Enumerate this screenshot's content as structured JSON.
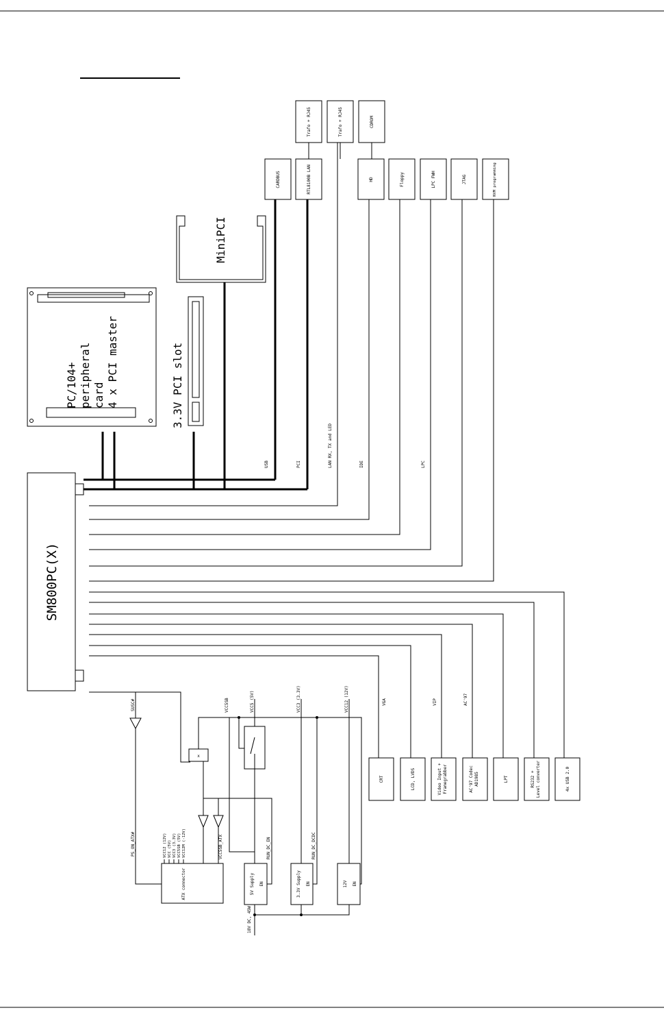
{
  "board": {
    "name": "SM800PC(X)"
  },
  "pc104": {
    "lines": [
      "PC/104+",
      "peripheral",
      "card",
      "4 x PCI master"
    ]
  },
  "pci_slot": {
    "label": "3.3V PCI slot"
  },
  "minipci": {
    "label": "MiniPCI"
  },
  "top_boxes": {
    "cardbus": "CARDBUS",
    "ethernet": "RTL8100B LAN",
    "ide": "HD",
    "floppy": "Floppy",
    "lpc_fwh": "LPC FWH",
    "jtag": "JTAG",
    "nvm": "NVM programming"
  },
  "top_connectors": {
    "trafo1": "Trafo + RJ45",
    "trafo2": "Trafo + RJ45",
    "cdrom": "CDROM"
  },
  "bus_labels": {
    "usb": "USB",
    "pci": "PCI",
    "lan": "LAN RX, TX and LED",
    "ide": "IDE",
    "lpc": "LPC",
    "vga": "VGA",
    "vip": "VIP",
    "ac97": "AC'97"
  },
  "bottom_boxes": {
    "crt": "CRT",
    "lcd": "LCD, LVDS",
    "video": [
      "Video Input +",
      "Framegrabber"
    ],
    "audio": [
      "AC'97 Codec",
      "AD1985"
    ],
    "lpt": "LPT",
    "serial": [
      "RS232 +",
      "Level converter"
    ],
    "usb": "4x USB 2.0"
  },
  "power": {
    "susc": "SUSC#",
    "vcc5sb": "VCC5SB",
    "vcc5": "VCC5 (5V)",
    "vcc3": "VCC3 (3.3V)",
    "vcc12": "VCC12 (12V)",
    "ps_on": "PS_ON_ATX#",
    "atx_pins": [
      "VCC12 (12V)",
      "VCC (5V)",
      "VCC3 (3.3V)",
      "VCC5SB (5V)",
      "VCC12M (-12V)"
    ],
    "atx_connector": "ATX connector",
    "vcc5sb_atx": "VCC5SB_ATX",
    "run_dc_en": "RUN_DC_EN",
    "run_dc_dcdc": "RUN_DC_DCDC",
    "supply_5v": "5V Supply",
    "supply_5v_en": "EN",
    "supply_3v3": "3.3V Supply",
    "supply_3v3_en": "EN",
    "supply_12v": "12V",
    "supply_12v_en": "EN",
    "input": "18V DC, 45W",
    "mux": "x"
  }
}
